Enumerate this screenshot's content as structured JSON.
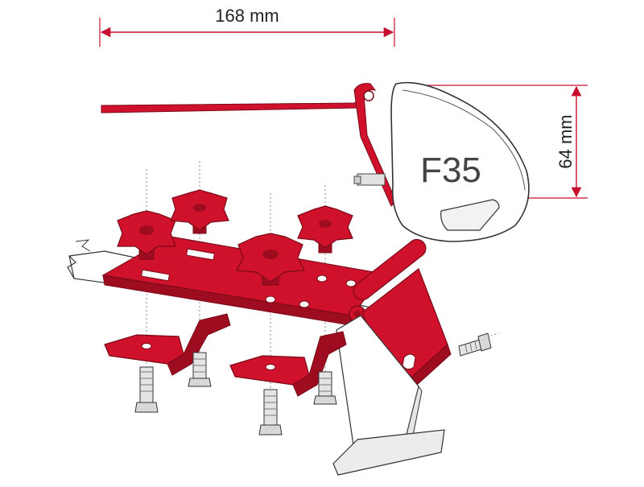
{
  "dimensions": {
    "width_label": "168 mm",
    "height_label": "64 mm"
  },
  "product": {
    "model_label": "F35"
  },
  "colors": {
    "red": "#d0112b",
    "dark_red": "#9e0c20",
    "dim_line": "#c8102e",
    "outline": "#333333",
    "grey": "#e8e8e8",
    "steel": "#cfcfcf"
  }
}
